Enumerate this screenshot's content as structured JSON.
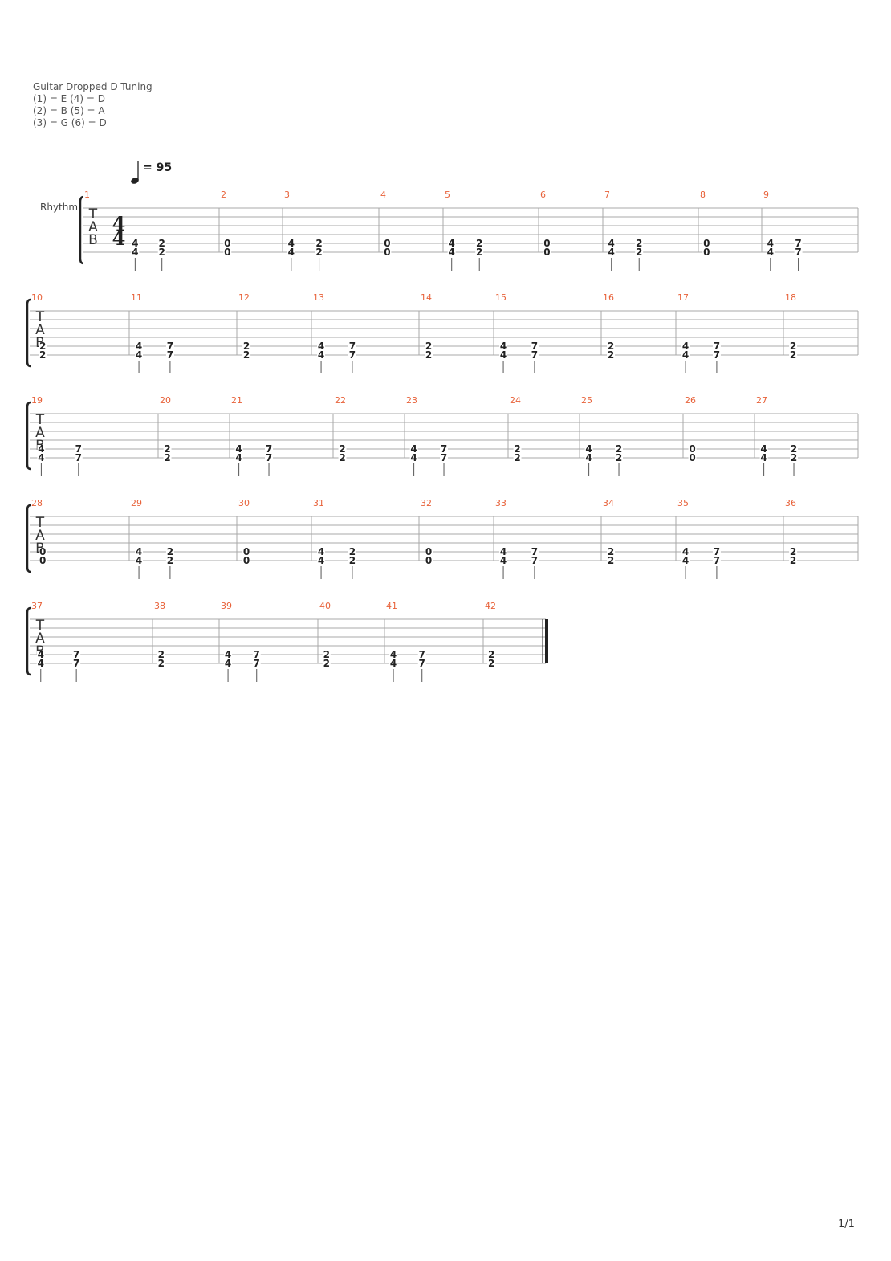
{
  "tuning": {
    "title": "Guitar Dropped D Tuning",
    "lines": [
      "(1) = E  (4) = D",
      "(2) = B  (5) = A",
      "(3) = G  (6) = D"
    ]
  },
  "tempo": {
    "text": "= 95"
  },
  "track": {
    "name": "Rhythm"
  },
  "time_signature": {
    "numerator": "4",
    "denominator": "4"
  },
  "tab_clef": [
    "T",
    "A",
    "B"
  ],
  "colors": {
    "measure_number": "#e8623a",
    "staff_line": "#a8a8a8",
    "fret": "#222222"
  },
  "page_number": "1/1",
  "measures": [
    {
      "n": "1",
      "notes": [
        [
          "4",
          "4"
        ],
        [
          "2",
          "2"
        ]
      ]
    },
    {
      "n": "2",
      "notes": [
        [
          "0",
          "0"
        ]
      ]
    },
    {
      "n": "3",
      "notes": [
        [
          "4",
          "4"
        ],
        [
          "2",
          "2"
        ]
      ]
    },
    {
      "n": "4",
      "notes": [
        [
          "0",
          "0"
        ]
      ]
    },
    {
      "n": "5",
      "notes": [
        [
          "4",
          "4"
        ],
        [
          "2",
          "2"
        ]
      ]
    },
    {
      "n": "6",
      "notes": [
        [
          "0",
          "0"
        ]
      ]
    },
    {
      "n": "7",
      "notes": [
        [
          "4",
          "4"
        ],
        [
          "2",
          "2"
        ]
      ]
    },
    {
      "n": "8",
      "notes": [
        [
          "0",
          "0"
        ]
      ]
    },
    {
      "n": "9",
      "notes": [
        [
          "4",
          "4"
        ],
        [
          "7",
          "7"
        ]
      ]
    },
    {
      "n": "10",
      "notes": [
        [
          "2",
          "2"
        ]
      ]
    },
    {
      "n": "11",
      "notes": [
        [
          "4",
          "4"
        ],
        [
          "7",
          "7"
        ]
      ]
    },
    {
      "n": "12",
      "notes": [
        [
          "2",
          "2"
        ]
      ]
    },
    {
      "n": "13",
      "notes": [
        [
          "4",
          "4"
        ],
        [
          "7",
          "7"
        ]
      ]
    },
    {
      "n": "14",
      "notes": [
        [
          "2",
          "2"
        ]
      ]
    },
    {
      "n": "15",
      "notes": [
        [
          "4",
          "4"
        ],
        [
          "7",
          "7"
        ]
      ]
    },
    {
      "n": "16",
      "notes": [
        [
          "2",
          "2"
        ]
      ]
    },
    {
      "n": "17",
      "notes": [
        [
          "4",
          "4"
        ],
        [
          "7",
          "7"
        ]
      ]
    },
    {
      "n": "18",
      "notes": [
        [
          "2",
          "2"
        ]
      ]
    },
    {
      "n": "19",
      "notes": [
        [
          "4",
          "4"
        ],
        [
          "7",
          "7"
        ]
      ]
    },
    {
      "n": "20",
      "notes": [
        [
          "2",
          "2"
        ]
      ]
    },
    {
      "n": "21",
      "notes": [
        [
          "4",
          "4"
        ],
        [
          "7",
          "7"
        ]
      ]
    },
    {
      "n": "22",
      "notes": [
        [
          "2",
          "2"
        ]
      ]
    },
    {
      "n": "23",
      "notes": [
        [
          "4",
          "4"
        ],
        [
          "7",
          "7"
        ]
      ]
    },
    {
      "n": "24",
      "notes": [
        [
          "2",
          "2"
        ]
      ]
    },
    {
      "n": "25",
      "notes": [
        [
          "4",
          "4"
        ],
        [
          "2",
          "2"
        ]
      ]
    },
    {
      "n": "26",
      "notes": [
        [
          "0",
          "0"
        ]
      ]
    },
    {
      "n": "27",
      "notes": [
        [
          "4",
          "4"
        ],
        [
          "2",
          "2"
        ]
      ]
    },
    {
      "n": "28",
      "notes": [
        [
          "0",
          "0"
        ]
      ]
    },
    {
      "n": "29",
      "notes": [
        [
          "4",
          "4"
        ],
        [
          "2",
          "2"
        ]
      ]
    },
    {
      "n": "30",
      "notes": [
        [
          "0",
          "0"
        ]
      ]
    },
    {
      "n": "31",
      "notes": [
        [
          "4",
          "4"
        ],
        [
          "2",
          "2"
        ]
      ]
    },
    {
      "n": "32",
      "notes": [
        [
          "0",
          "0"
        ]
      ]
    },
    {
      "n": "33",
      "notes": [
        [
          "4",
          "4"
        ],
        [
          "7",
          "7"
        ]
      ]
    },
    {
      "n": "34",
      "notes": [
        [
          "2",
          "2"
        ]
      ]
    },
    {
      "n": "35",
      "notes": [
        [
          "4",
          "4"
        ],
        [
          "7",
          "7"
        ]
      ]
    },
    {
      "n": "36",
      "notes": [
        [
          "2",
          "2"
        ]
      ]
    },
    {
      "n": "37",
      "notes": [
        [
          "4",
          "4"
        ],
        [
          "7",
          "7"
        ]
      ]
    },
    {
      "n": "38",
      "notes": [
        [
          "2",
          "2"
        ]
      ]
    },
    {
      "n": "39",
      "notes": [
        [
          "4",
          "4"
        ],
        [
          "7",
          "7"
        ]
      ]
    },
    {
      "n": "40",
      "notes": [
        [
          "2",
          "2"
        ]
      ]
    },
    {
      "n": "41",
      "notes": [
        [
          "4",
          "4"
        ],
        [
          "7",
          "7"
        ]
      ]
    },
    {
      "n": "42",
      "notes": [
        [
          "2",
          "2"
        ]
      ]
    }
  ]
}
